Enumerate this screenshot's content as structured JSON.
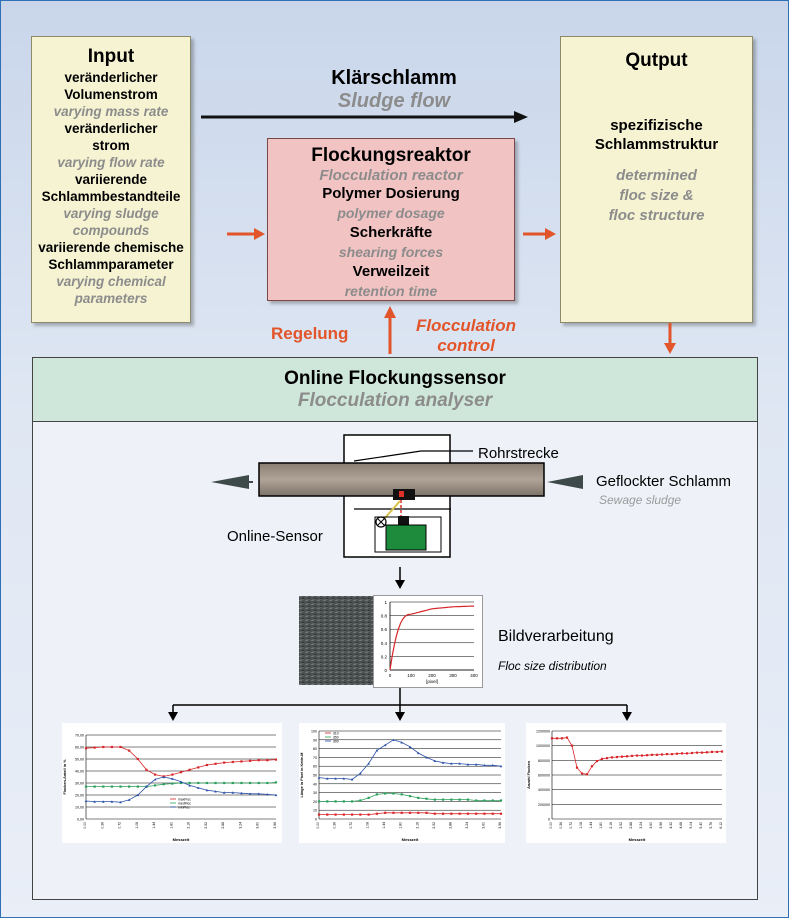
{
  "input": {
    "title": "Input",
    "lines": [
      {
        "text": "veränderlicher",
        "style": "bold"
      },
      {
        "text": "Volumenstrom",
        "style": "bold"
      },
      {
        "text": "varying mass rate",
        "style": "grey"
      },
      {
        "text": "veränderlicher",
        "style": "bold"
      },
      {
        "text": "strom",
        "style": "bold"
      },
      {
        "text": "varying flow rate",
        "style": "grey"
      },
      {
        "text": "variierende",
        "style": "bold"
      },
      {
        "text": "Schlammbestandteile",
        "style": "bold"
      },
      {
        "text": "varying sludge",
        "style": "grey"
      },
      {
        "text": "compounds",
        "style": "grey"
      },
      {
        "text": "variierende chemische",
        "style": "bold"
      },
      {
        "text": "Schlammparameter",
        "style": "bold"
      },
      {
        "text": "varying chemical",
        "style": "grey"
      },
      {
        "text": "parameters",
        "style": "grey"
      }
    ]
  },
  "flow": {
    "title": "Klärschlamm",
    "subtitle": "Sludge flow"
  },
  "reactor": {
    "title": "Flockungsreaktor",
    "subtitle": "Flocculation reactor",
    "items": [
      {
        "de": "Polymer Dosierung",
        "en": "polymer dosage"
      },
      {
        "de": "Scherkräfte",
        "en": "shearing forces"
      },
      {
        "de": "Verweilzeit",
        "en": "retention time"
      }
    ]
  },
  "output": {
    "title": "Qutput",
    "line1": "spezifizische",
    "line2": "Schlammstruktur",
    "en1": "determined",
    "en2": "floc size &",
    "en3": "floc structure"
  },
  "control": {
    "de": "Regelung",
    "en1": "Flocculation",
    "en2": "control"
  },
  "sensor": {
    "title": "Online Flockungssensor",
    "subtitle": "Flocculation analyser",
    "pipe_label": "Rohrstrecke",
    "sludge_label": "Geflockter Schlamm",
    "sludge_en": "Sewage sludge",
    "sensor_label": "Online-Sensor",
    "processing_label": "Bildverarbeitung",
    "processing_en": "Floc size distribution"
  },
  "colors": {
    "accent_orange": "#e2552a",
    "reactor_fill": "#f2c3c3",
    "note_fill": "#f6f3d2",
    "sensor_header": "#cfe7da",
    "sensor_green": "#1e8a3c",
    "series_red": "#d8262a",
    "series_green": "#2aa05a",
    "series_blue": "#2a4fa8"
  },
  "chart_data": [
    {
      "type": "line",
      "x": [
        0,
        100,
        200,
        300,
        400
      ],
      "series": [
        {
          "values": [
            0,
            0.82,
            0.9,
            0.93,
            0.94
          ]
        }
      ],
      "xlabel": "[pixel]",
      "ylim": [
        0,
        1
      ],
      "xlim": [
        0,
        400
      ],
      "yticks": [
        "0",
        "0.2",
        "0.4",
        "0.6",
        "0.8",
        "1"
      ],
      "xticks": [
        "0",
        "100",
        "200",
        "300",
        "400"
      ]
    },
    {
      "type": "line",
      "categories": [
        "0.00",
        "0.18",
        "0.36",
        "0.54",
        "0.72",
        "0.90",
        "1.08",
        "1.26",
        "1.44",
        "1.62",
        "1.80",
        "1.98",
        "2.16",
        "2.34",
        "2.52",
        "2.70",
        "2.88",
        "3.06",
        "3.24",
        "3.42",
        "3.60",
        "3.78",
        "3.96"
      ],
      "series": [
        {
          "name": "maxFloc",
          "values": [
            59,
            59.5,
            60,
            60,
            60,
            57,
            50,
            41,
            37,
            35.5,
            37,
            39,
            41,
            43,
            45,
            46,
            47,
            47.5,
            48,
            48.5,
            49,
            49,
            49.5
          ]
        },
        {
          "name": "medFloc",
          "values": [
            27,
            27,
            27,
            27,
            27,
            27,
            27,
            27,
            28,
            29,
            29.5,
            30,
            30,
            30,
            30,
            30,
            30,
            30,
            30,
            30,
            30,
            30,
            30.5
          ]
        },
        {
          "name": "minFloc",
          "values": [
            15,
            14.5,
            14.5,
            14.5,
            14,
            16,
            20,
            27,
            33,
            35,
            33.5,
            31,
            28,
            26,
            24,
            23,
            22,
            22,
            21.5,
            21,
            21,
            20.5,
            20
          ]
        }
      ],
      "ylabel": "Flocken-Anteil in %",
      "xlabel": "Messzeit",
      "ylim": [
        0,
        70
      ],
      "yticks": [
        "0,00",
        "10,00",
        "20,00",
        "30,00",
        "40,00",
        "50,00",
        "60,00",
        "70,00"
      ],
      "grid": true,
      "legend": "bottom-center"
    },
    {
      "type": "line",
      "categories": [
        "0.00",
        "0.18",
        "0.36",
        "0.54",
        "0.72",
        "0.90",
        "1.08",
        "1.26",
        "1.44",
        "1.62",
        "1.80",
        "1.98",
        "2.16",
        "2.34",
        "2.52",
        "2.70",
        "2.88",
        "3.06",
        "3.24",
        "3.42",
        "3.60",
        "3.78",
        "3.96"
      ],
      "series": [
        {
          "name": "d10",
          "values": [
            5,
            5,
            5,
            5,
            5,
            5,
            5,
            6,
            7,
            7,
            7,
            7,
            7,
            7,
            6,
            6,
            6,
            6,
            6,
            6,
            6,
            6,
            6
          ]
        },
        {
          "name": "d50",
          "values": [
            20,
            20,
            20,
            20,
            20,
            21,
            24,
            28,
            29,
            29,
            28,
            26,
            24,
            23,
            22,
            22,
            22,
            22,
            22,
            21,
            21,
            21,
            21
          ]
        },
        {
          "name": "d90",
          "values": [
            47,
            46,
            46,
            46,
            45,
            52,
            63,
            78,
            84,
            90,
            87,
            82,
            75,
            70,
            66,
            64,
            63,
            63,
            62,
            62,
            61,
            61,
            60
          ]
        }
      ],
      "ylabel": "Länge in Pixel in Kette-M",
      "xlabel": "Messzeit",
      "ylim": [
        0,
        100
      ],
      "yticks": [
        "0",
        "10",
        "20",
        "30",
        "40",
        "50",
        "60",
        "70",
        "80",
        "90",
        "100"
      ],
      "grid": true,
      "legend": "top-left"
    },
    {
      "type": "line",
      "categories": [
        "0.00",
        "0.18",
        "0.36",
        "0.54",
        "0.72",
        "0.90",
        "1.08",
        "1.26",
        "1.44",
        "1.62",
        "1.80",
        "1.98",
        "2.16",
        "2.34",
        "2.52",
        "2.70",
        "2.88",
        "3.06",
        "3.24",
        "3.42",
        "3.60",
        "3.78",
        "3.96",
        "4.14",
        "4.32",
        "4.50",
        "4.68",
        "4.86",
        "5.04",
        "5.22",
        "5.40",
        "5.58",
        "5.76",
        "5.94",
        "6.12"
      ],
      "series": [
        {
          "values": [
            1100000,
            1100000,
            1100000,
            1110000,
            1000000,
            700000,
            620000,
            610000,
            720000,
            790000,
            820000,
            830000,
            840000,
            845000,
            850000,
            855000,
            860000,
            865000,
            865000,
            870000,
            875000,
            875000,
            880000,
            885000,
            885000,
            890000,
            895000,
            895000,
            900000,
            905000,
            905000,
            910000,
            915000,
            915000,
            920000
          ]
        }
      ],
      "ylabel": "Anzahl Flocken",
      "xlabel": "Messzeit",
      "ylim": [
        0,
        1200000
      ],
      "yticks": [
        "0",
        "200000",
        "400000",
        "600000",
        "800000",
        "1000000",
        "1200000"
      ],
      "grid": true
    }
  ]
}
